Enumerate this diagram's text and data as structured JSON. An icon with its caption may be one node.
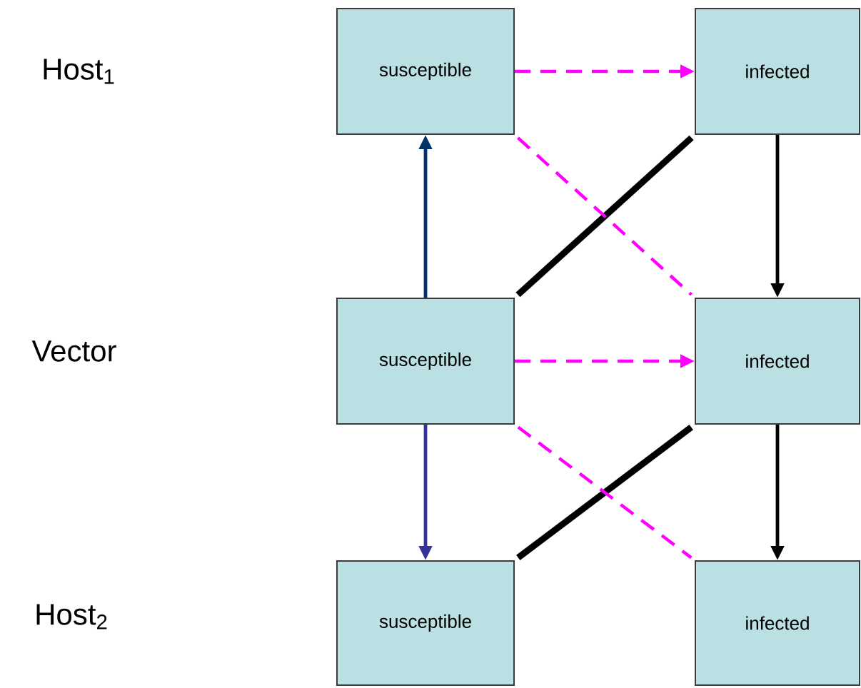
{
  "diagram": {
    "nodes": [
      {
        "text": [
          "susceptible"
        ]
      },
      {
        "text": [
          "infected"
        ]
      },
      {
        "text": [
          "susceptible"
        ]
      },
      {
        "text": [
          "infected"
        ]
      },
      {
        "text": [
          "susceptible"
        ]
      },
      {
        "text": [
          "infected"
        ]
      }
    ],
    "edges": [
      {
        "from": 0,
        "to": 1,
        "arrow": "to",
        "style": "dashed",
        "color": "#ff00ff"
      },
      {
        "from": 0,
        "to": 3,
        "arrow": "none",
        "style": "dashed",
        "color": "#ff00ff"
      },
      {
        "from": 1,
        "to": 2,
        "arrow": "none",
        "style": "thick",
        "color": "#000000"
      },
      {
        "from": 1,
        "to": 3,
        "arrow": "to",
        "color": "#000000"
      },
      {
        "from": 2,
        "to": 0,
        "arrow": "to",
        "color": "#003366"
      },
      {
        "from": 2,
        "to": 3,
        "arrow": "to",
        "style": "dashed",
        "color": "#ff00ff"
      },
      {
        "from": 2,
        "to": 4,
        "arrow": "to",
        "color": "#333399"
      },
      {
        "from": 2,
        "to": 5,
        "arrow": "none",
        "style": "dashed",
        "color": "#ff00ff"
      },
      {
        "from": 3,
        "to": 4,
        "arrow": "none",
        "style": "thick",
        "color": "#000000"
      },
      {
        "from": 3,
        "to": 5,
        "arrow": "to",
        "color": "#000000"
      }
    ],
    "labels": [
      "Host$_{1}$",
      "Vector",
      "Host$_{2}$"
    ]
  }
}
